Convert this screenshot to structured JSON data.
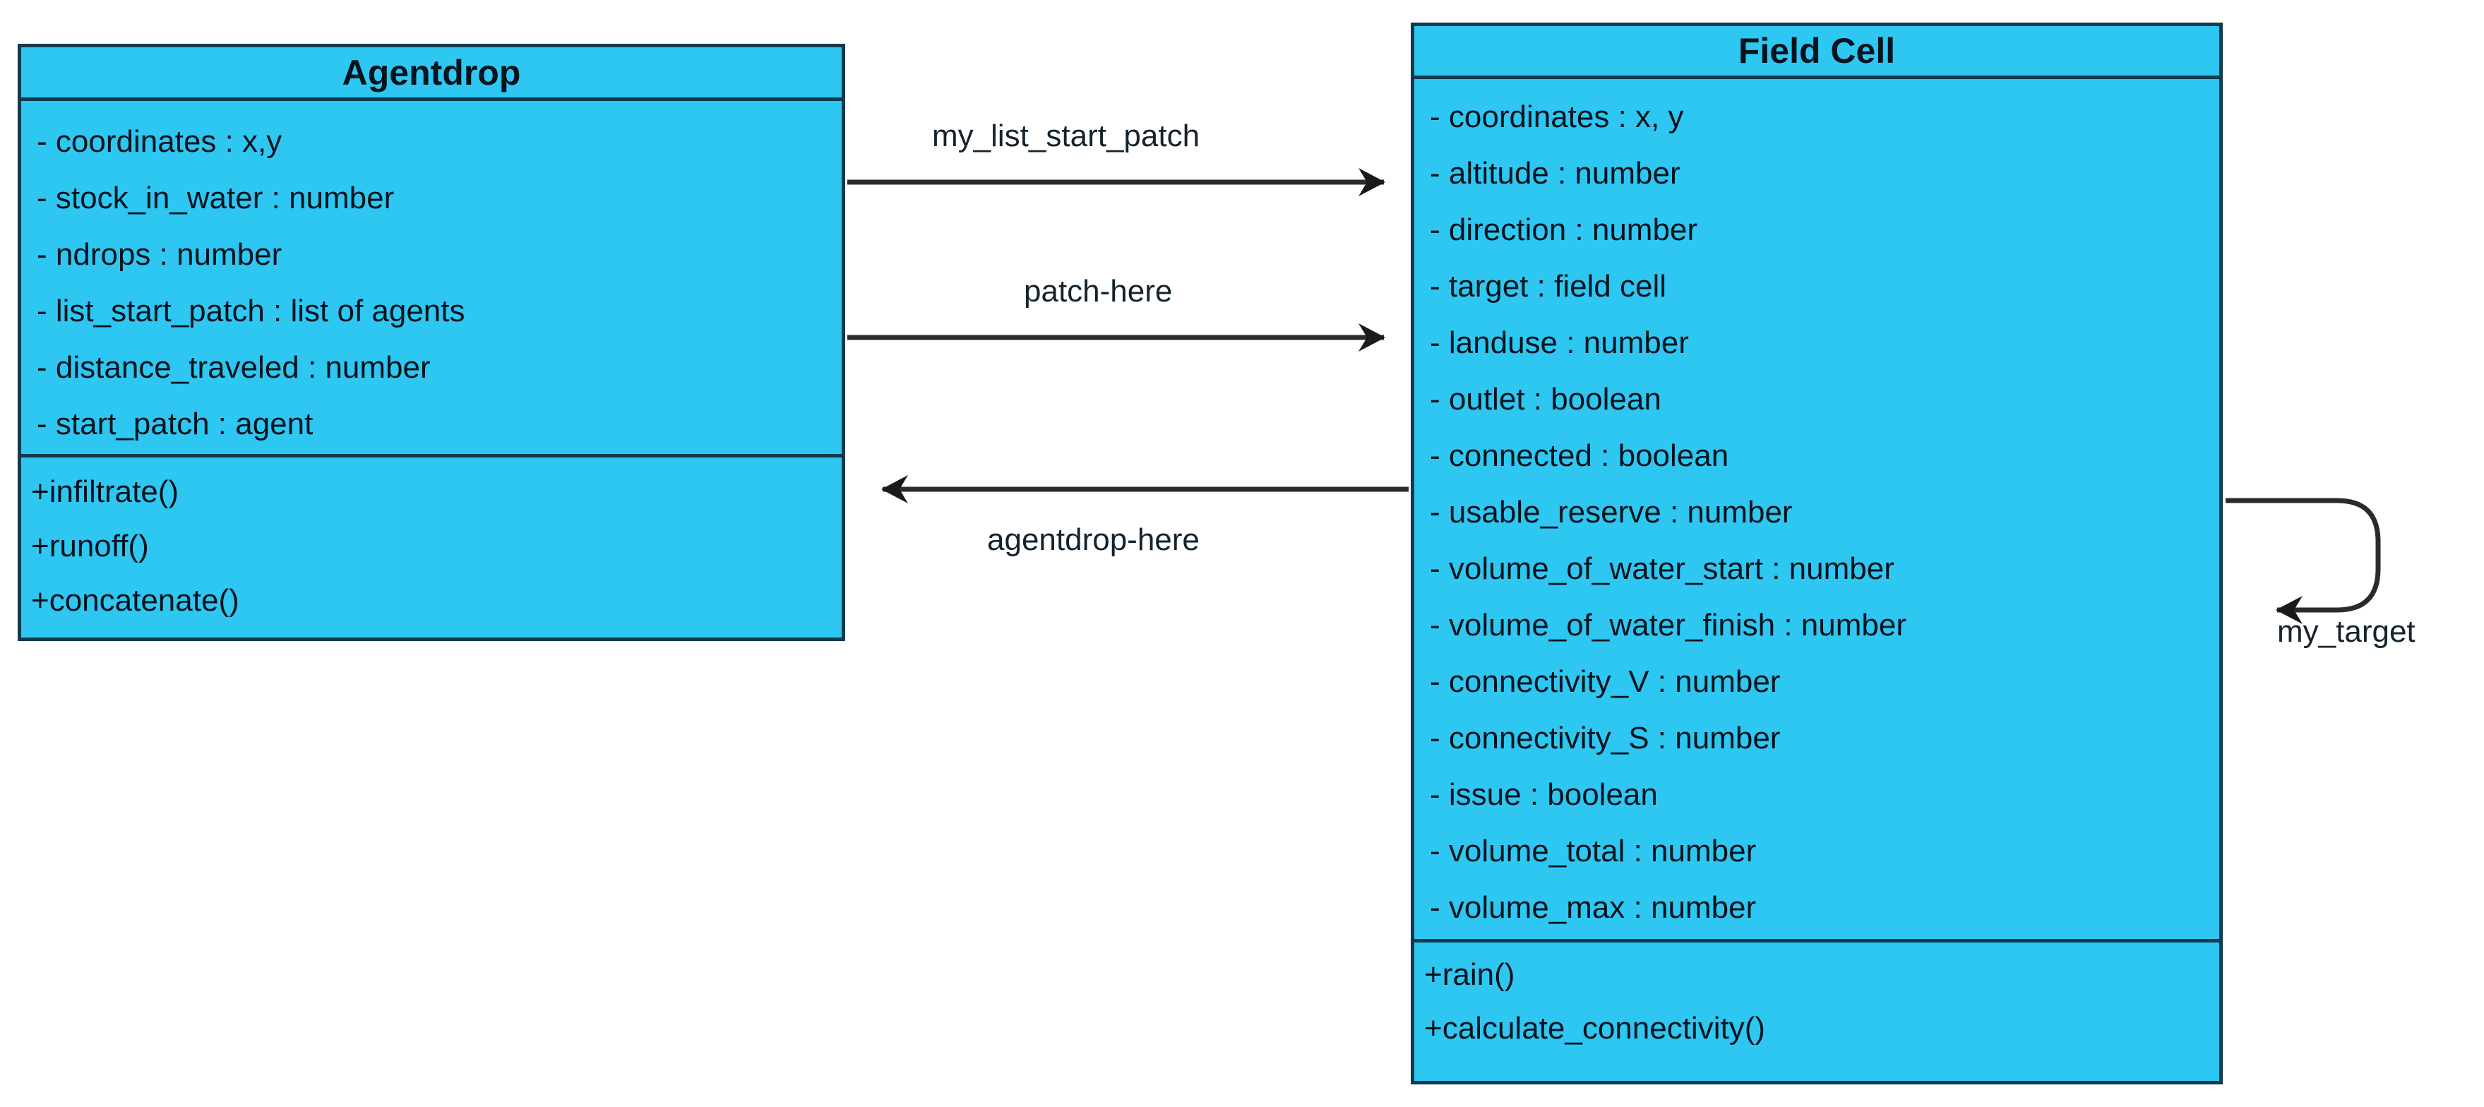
{
  "diagram": {
    "type": "uml-class-diagram",
    "background": "#ffffff",
    "class_fill": "#2ec7f2",
    "border_color": "#113a4d",
    "text_color": "#06131c",
    "connector_color": "#2b2b2b"
  },
  "classes": [
    {
      "id": "agentdrop",
      "title": "Agentdrop",
      "attributes": [
        "- coordinates : x,y",
        "- stock_in_water : number",
        "- ndrops : number",
        "- list_start_patch : list of agents",
        "- distance_traveled : number",
        "- start_patch : agent"
      ],
      "methods": [
        "+infiltrate()",
        "+runoff()",
        "+concatenate()"
      ]
    },
    {
      "id": "fieldcell",
      "title": "Field Cell",
      "attributes": [
        "- coordinates : x, y",
        "- altitude : number",
        "- direction : number",
        "- target : field cell",
        "- landuse : number",
        "- outlet : boolean",
        "- connected : boolean",
        "- usable_reserve : number",
        "- volume_of_water_start : number",
        "- volume_of_water_finish : number",
        "- connectivity_V : number",
        "- connectivity_S : number",
        "- issue : boolean",
        "- volume_total : number",
        "- volume_max : number"
      ],
      "methods": [
        "+rain()",
        "+calculate_connectivity()"
      ]
    }
  ],
  "relationships": [
    {
      "id": "rel-my-list-start-patch",
      "label": "my_list_start_patch",
      "from": "agentdrop",
      "to": "fieldcell",
      "direction": "right"
    },
    {
      "id": "rel-patch-here",
      "label": "patch-here",
      "from": "agentdrop",
      "to": "fieldcell",
      "direction": "right"
    },
    {
      "id": "rel-agentdrop-here",
      "label": "agentdrop-here",
      "from": "fieldcell",
      "to": "agentdrop",
      "direction": "left"
    },
    {
      "id": "rel-my-target",
      "label": "my_target",
      "from": "fieldcell",
      "to": "fieldcell",
      "direction": "self-loop"
    }
  ]
}
